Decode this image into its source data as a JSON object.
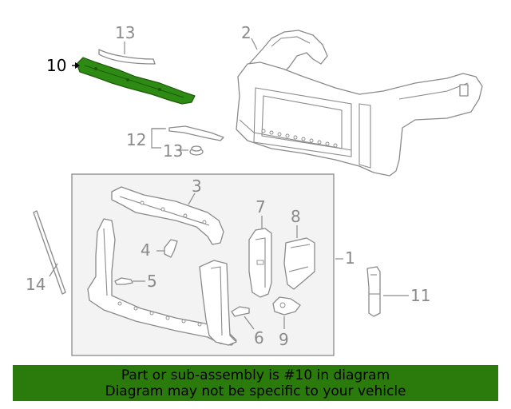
{
  "diagram": {
    "labels": [
      {
        "id": "1",
        "text": "1"
      },
      {
        "id": "2",
        "text": "2"
      },
      {
        "id": "3",
        "text": "3"
      },
      {
        "id": "4",
        "text": "4"
      },
      {
        "id": "5",
        "text": "5"
      },
      {
        "id": "6",
        "text": "6"
      },
      {
        "id": "7",
        "text": "7"
      },
      {
        "id": "8",
        "text": "8"
      },
      {
        "id": "9",
        "text": "9"
      },
      {
        "id": "10",
        "text": "10"
      },
      {
        "id": "11",
        "text": "11"
      },
      {
        "id": "12",
        "text": "12"
      },
      {
        "id": "13a",
        "text": "13"
      },
      {
        "id": "13b",
        "text": "13"
      },
      {
        "id": "14",
        "text": "14"
      }
    ],
    "highlight_part": "10",
    "highlight_color": "#2d8a12",
    "line_color": "#8a8a8a"
  },
  "banner": {
    "line1": "Part or sub-assembly is #10 in diagram",
    "line2": "Diagram may not be specific to your vehicle",
    "background": "#2a7a0c"
  }
}
